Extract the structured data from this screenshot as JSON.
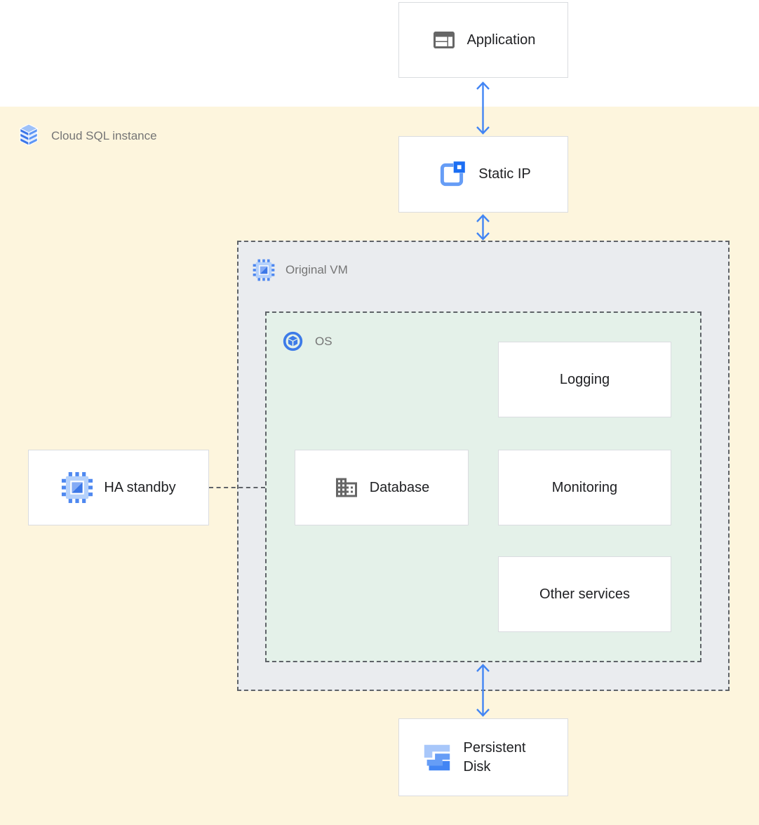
{
  "diagram": {
    "title_zone_label": "Cloud SQL instance",
    "zones": {
      "cloud_sql_instance": {
        "label": "Cloud SQL instance",
        "fill": "#fdf5dd"
      },
      "original_vm": {
        "label": "Original VM",
        "fill": "#eaecef"
      },
      "os": {
        "label": "OS",
        "fill": "#e4f1e9"
      }
    },
    "nodes": {
      "application": {
        "label": "Application",
        "icon": "web-app-window-icon"
      },
      "static_ip": {
        "label": "Static IP",
        "icon": "static-ip-icon"
      },
      "logging": {
        "label": "Logging",
        "icon": null
      },
      "database": {
        "label": "Database",
        "icon": "building-icon"
      },
      "monitoring": {
        "label": "Monitoring",
        "icon": null
      },
      "other_services": {
        "label": "Other services",
        "icon": null
      },
      "ha_standby": {
        "label": "HA standby",
        "icon": "compute-engine-chip-icon"
      },
      "persistent_disk": {
        "label": "Persistent Disk",
        "icon": "persistent-disk-icon"
      }
    },
    "edges": [
      {
        "from": "application",
        "to": "static_ip",
        "style": "double-headed-arrow"
      },
      {
        "from": "static_ip",
        "to": "original_vm",
        "style": "double-headed-arrow"
      },
      {
        "from": "os",
        "to": "persistent_disk",
        "style": "double-headed-arrow"
      },
      {
        "from": "ha_standby",
        "to": "original_vm",
        "style": "dashed-line"
      }
    ],
    "colors": {
      "arrow_blue": "#4285f4",
      "dashed_border_gray": "#5f6368",
      "node_border_gray": "#dadce0",
      "node_text": "#202124",
      "zone_label_text": "#757575",
      "icon_gray": "#666666",
      "icon_blue_dark": "#3c78e8",
      "icon_blue_medium": "#669df6",
      "icon_blue_light": "#a8c7fa",
      "zone_yellow": "#fdf5dd",
      "zone_gray": "#eaecef",
      "zone_green": "#e4f1e9"
    }
  }
}
